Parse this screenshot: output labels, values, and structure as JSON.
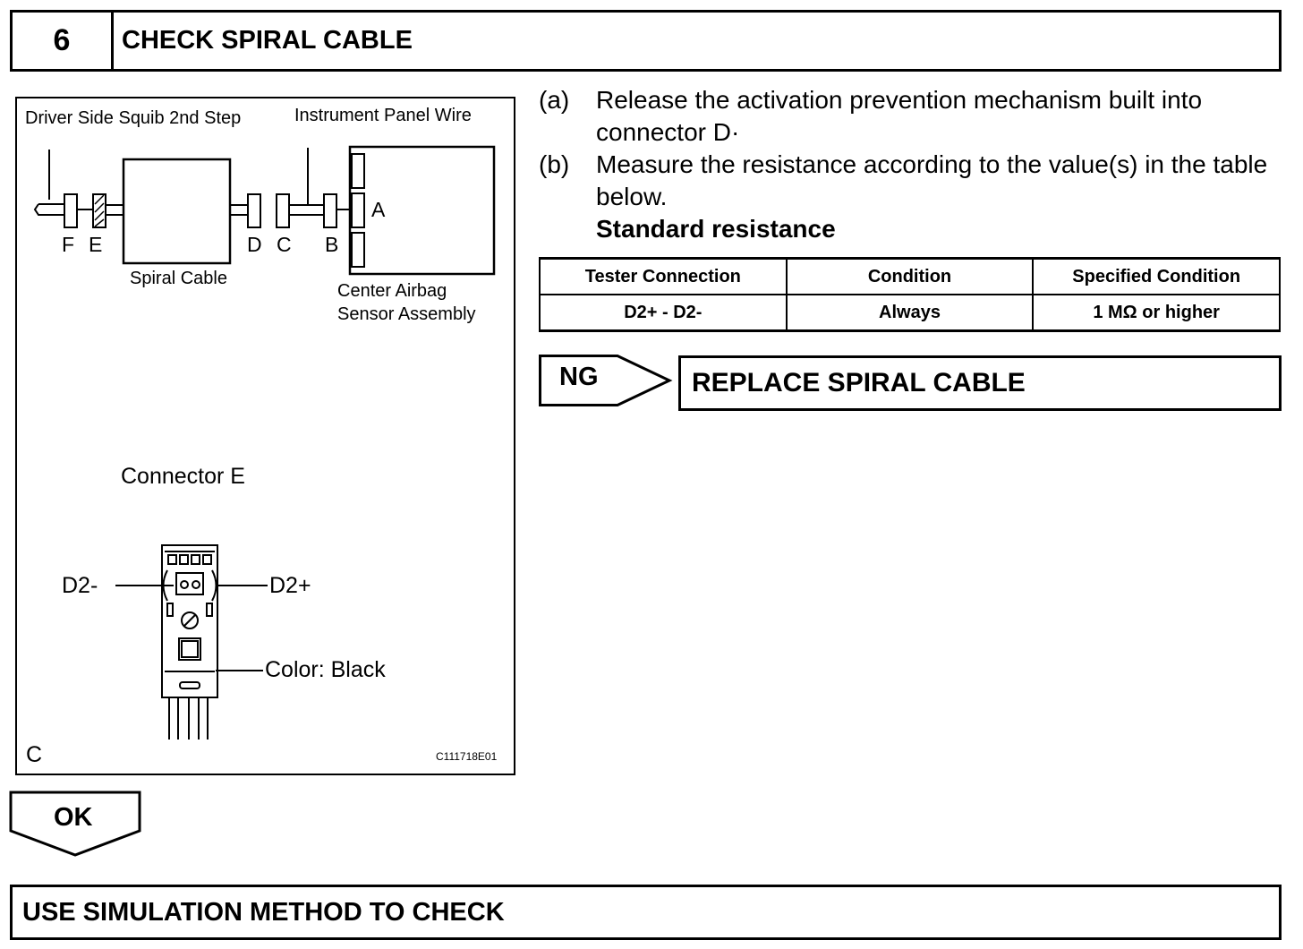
{
  "header": {
    "step_number": "6",
    "title": "CHECK SPIRAL CABLE"
  },
  "diagram": {
    "label_driver_squib": "Driver Side Squib 2nd Step",
    "label_instrument_panel_wire": "Instrument Panel Wire",
    "connector_letters": {
      "F": "F",
      "E": "E",
      "D": "D",
      "C": "C",
      "B": "B",
      "A": "A"
    },
    "label_spiral_cable": "Spiral Cable",
    "label_center_airbag_line1": "Center Airbag",
    "label_center_airbag_line2": "Sensor Assembly",
    "label_connector_e": "Connector E",
    "pin_minus": "D2-",
    "pin_plus": "D2+",
    "color_label": "Color: Black",
    "corner_letter": "C",
    "figure_code": "C111718E01"
  },
  "instructions": [
    {
      "marker": "(a)",
      "text": "Release the activation prevention mechanism built into connector D·"
    },
    {
      "marker": "(b)",
      "text": "Measure the resistance according to the value(s) in the table below."
    }
  ],
  "standard_label": "Standard resistance",
  "table": {
    "headers": [
      "Tester Connection",
      "Condition",
      "Specified Condition"
    ],
    "rows": [
      [
        "D2+ - D2-",
        "Always",
        "1 MΩ or higher"
      ]
    ]
  },
  "ng": {
    "label": "NG",
    "result": "REPLACE SPIRAL CABLE"
  },
  "ok": {
    "label": "OK"
  },
  "final_step": "USE SIMULATION METHOD TO CHECK"
}
